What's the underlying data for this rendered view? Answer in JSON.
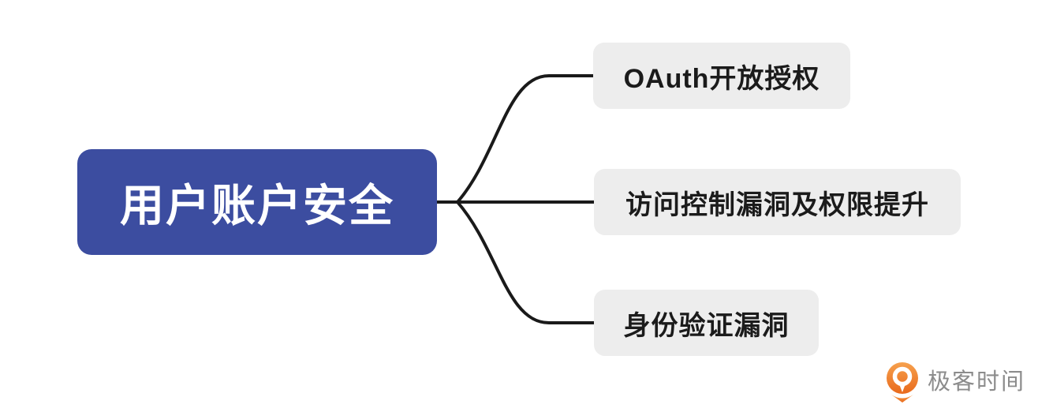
{
  "canvas": {
    "background": "#ffffff"
  },
  "mindmap": {
    "root": {
      "label": "用户账户安全",
      "bg_color": "#3c4da0",
      "text_color": "#ffffff"
    },
    "children": [
      {
        "label": "OAuth开放授权"
      },
      {
        "label": "访问控制漏洞及权限提升"
      },
      {
        "label": "身份验证漏洞"
      }
    ],
    "child_bg_color": "#ededed",
    "child_text_color": "#1b1b1b",
    "connector_color": "#1a1a1a"
  },
  "watermark": {
    "brand": "极客时间",
    "icon": "geektime-logo-icon",
    "icon_color_top": "#f6a14e",
    "icon_color_bottom": "#e96a1c",
    "text_color": "#8c8c8c"
  }
}
